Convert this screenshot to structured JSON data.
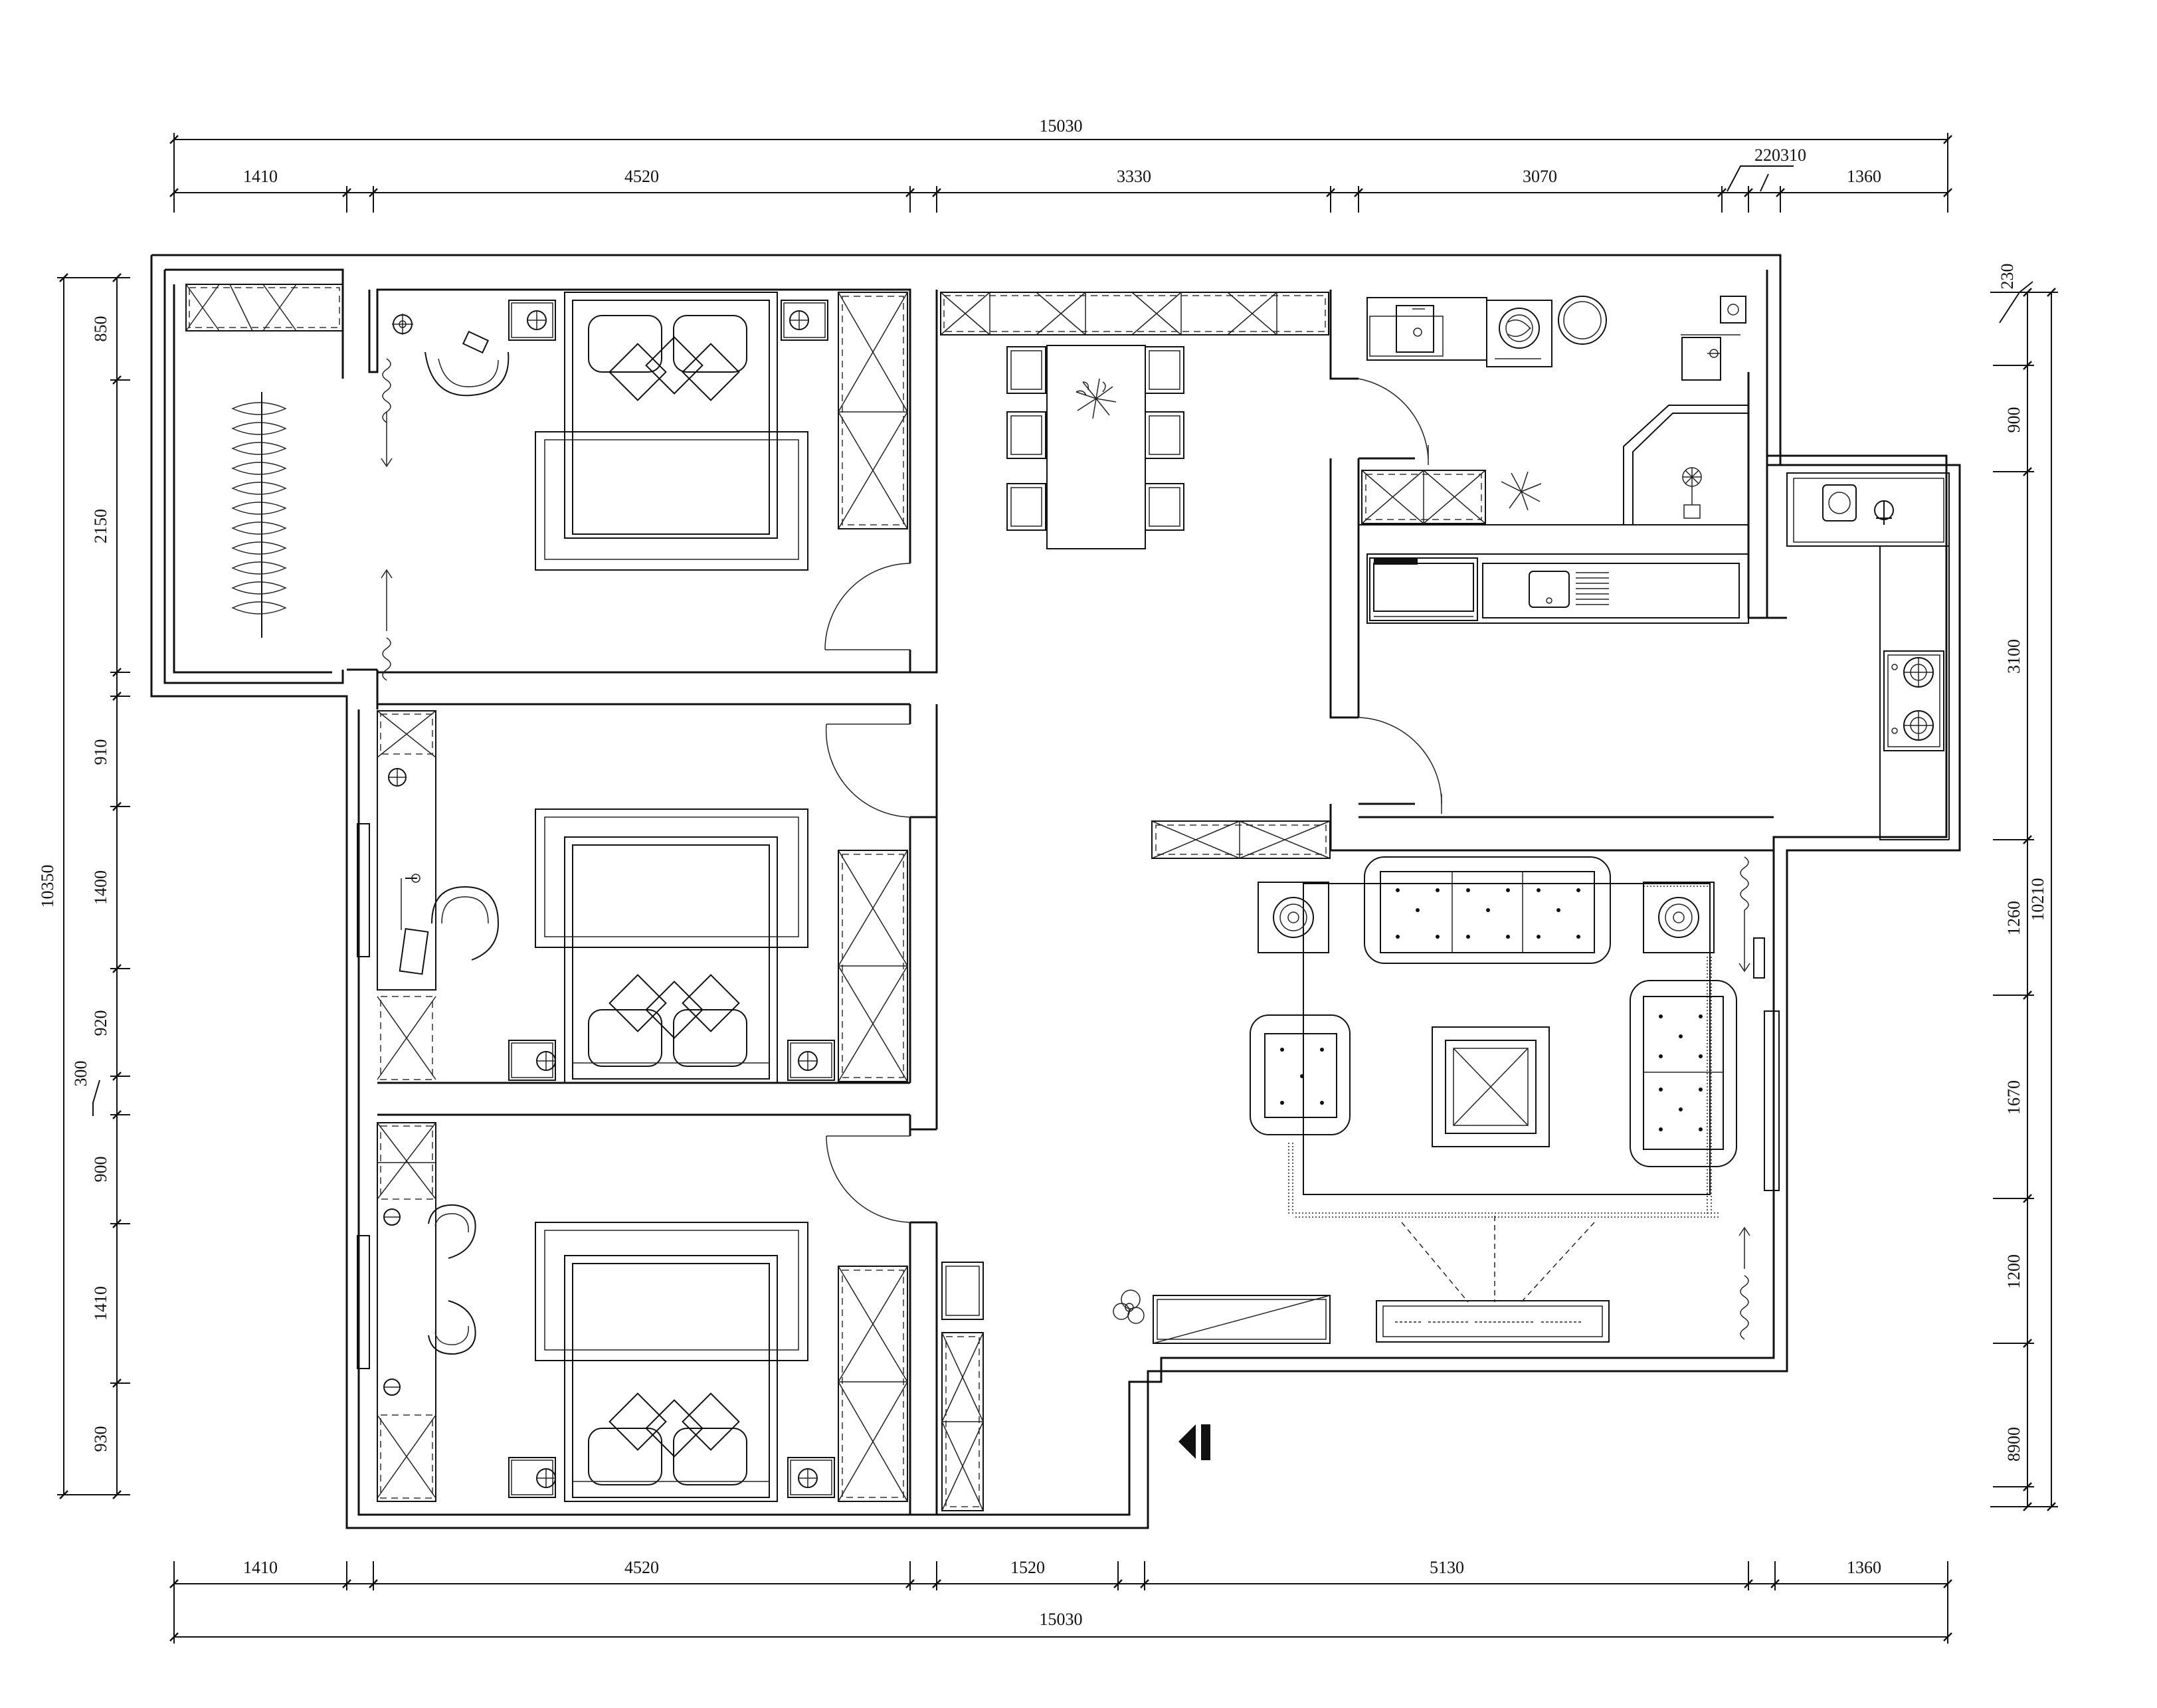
{
  "dimensions": {
    "top_total": "15030",
    "top_segments": [
      "1410",
      "4520",
      "3330",
      "3070",
      "1360"
    ],
    "top_small": "220310",
    "bottom_total": "15030",
    "bottom_segments": [
      "1410",
      "4520",
      "1520",
      "5130",
      "1360"
    ],
    "left_total": "10350",
    "left_segments": [
      "850",
      "2150",
      "910",
      "1400",
      "920",
      "300",
      "900",
      "1410",
      "930"
    ],
    "right_total": "10210",
    "right_segments": [
      "230",
      "900",
      "3100",
      "1260",
      "1670",
      "1200",
      "8900"
    ]
  },
  "icons": {
    "entrance": "entrance-arrow-icon"
  }
}
